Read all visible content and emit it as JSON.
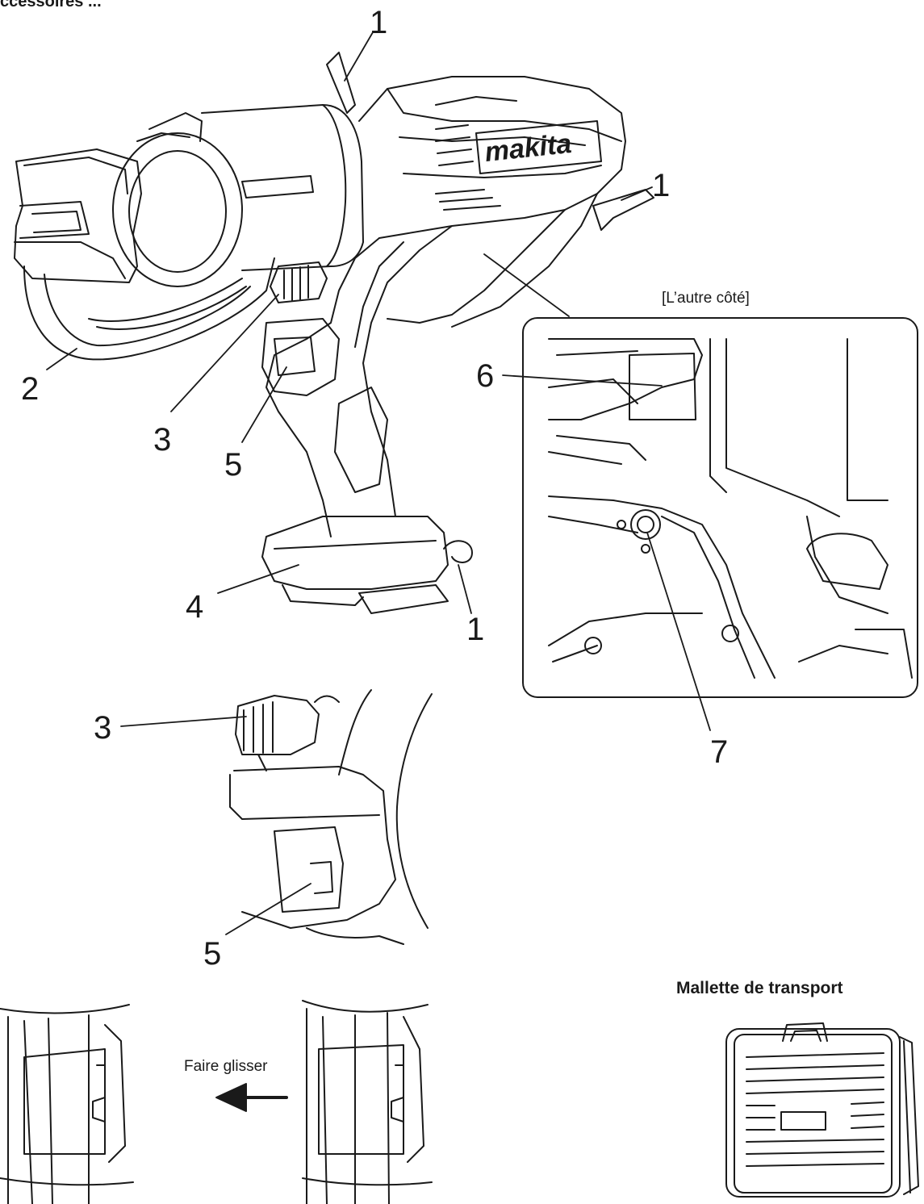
{
  "header_text": "ccessoires ...",
  "callouts": {
    "top_1": "1",
    "right_1": "1",
    "bottom_1": "1",
    "c2": "2",
    "c3_main": "3",
    "c4": "4",
    "c5_main": "5",
    "c6": "6",
    "c7": "7",
    "c3_detail": "3",
    "c5_detail": "5"
  },
  "captions": {
    "other_side": "[L’autre côté]",
    "slide": "Faire glisser",
    "carrying_case": "Mallette de transport"
  },
  "logo_text": "makita"
}
